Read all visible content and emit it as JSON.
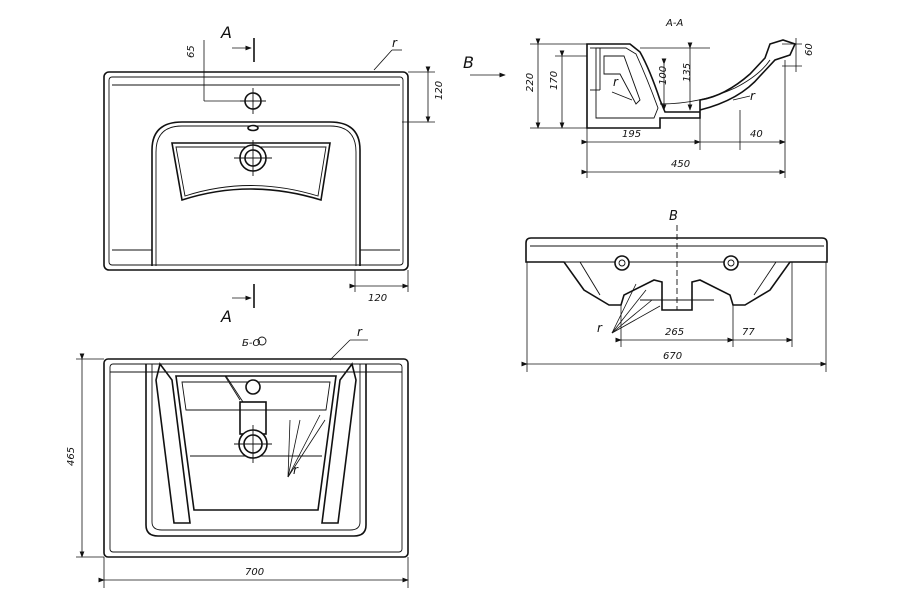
{
  "labels": {
    "section_a": "A",
    "section_b": "B",
    "section_title": "A-A",
    "view_label": "Б-О",
    "radius": "r"
  },
  "dimensions": {
    "top_view": {
      "d65": "65",
      "d120_right": "120",
      "d120_bottom": "120"
    },
    "section_view": {
      "d220": "220",
      "d170": "170",
      "d100": "100",
      "d135": "135",
      "d60": "60",
      "d195": "195",
      "d40": "40",
      "d450": "450"
    },
    "front_view": {
      "d265": "265",
      "d77": "77",
      "d670": "670"
    },
    "bottom_view": {
      "d465": "465",
      "d700": "700"
    }
  }
}
